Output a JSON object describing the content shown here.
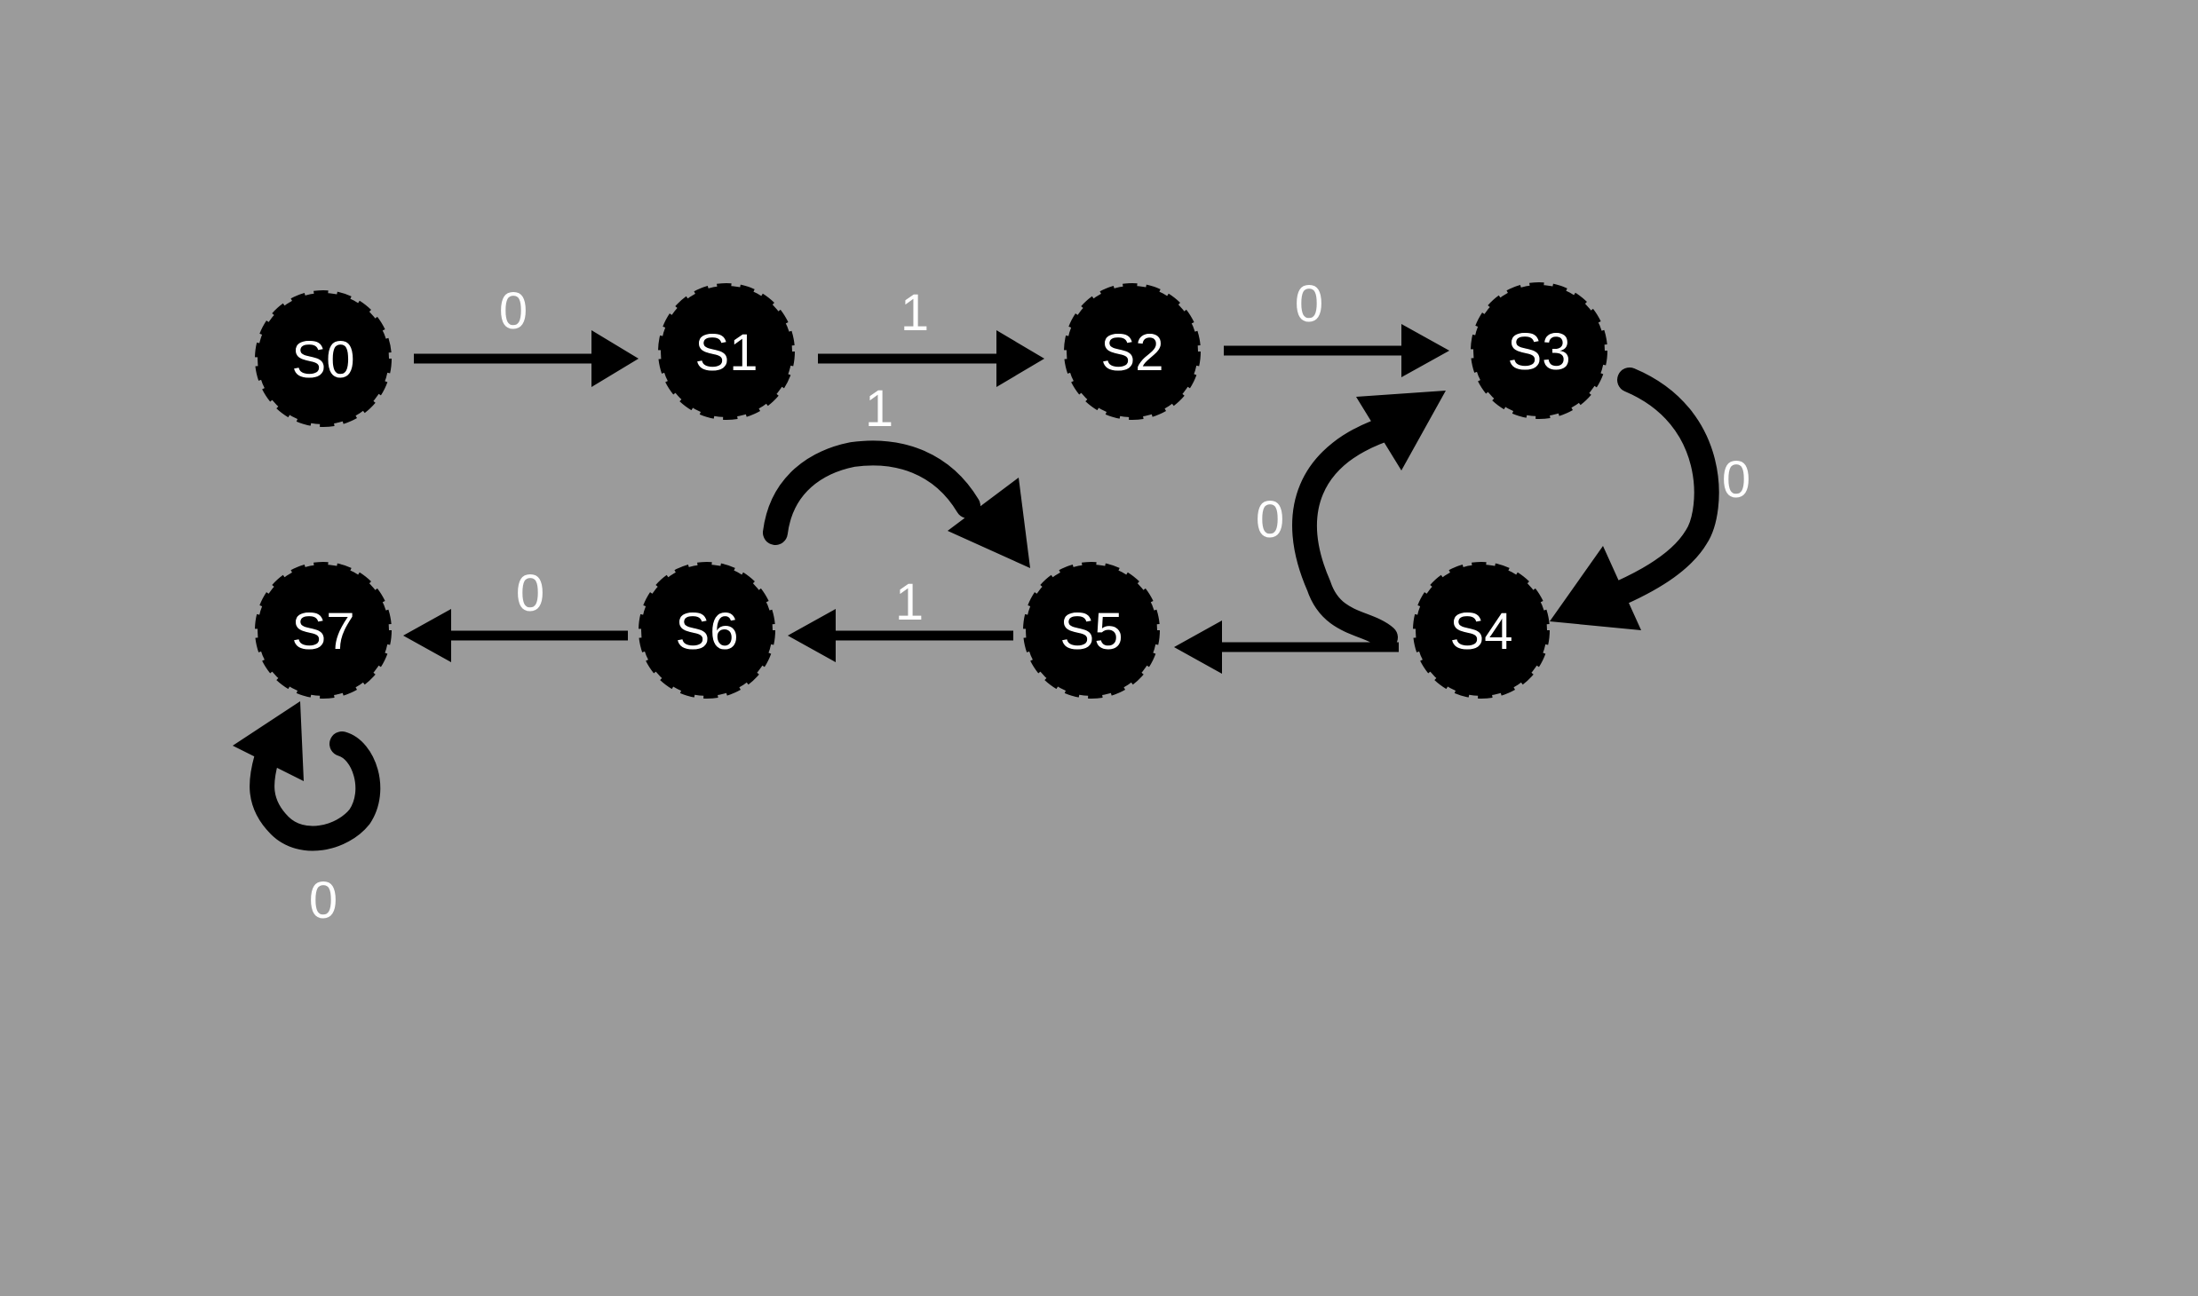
{
  "diagram": {
    "type": "state-machine",
    "background": "#9b9b9b",
    "node_color": "#000000",
    "text_color": "#ffffff",
    "nodes": [
      {
        "id": "S0",
        "label": "S0"
      },
      {
        "id": "S1",
        "label": "S1"
      },
      {
        "id": "S2",
        "label": "S2"
      },
      {
        "id": "S3",
        "label": "S3"
      },
      {
        "id": "S4",
        "label": "S4"
      },
      {
        "id": "S5",
        "label": "S5"
      },
      {
        "id": "S6",
        "label": "S6"
      },
      {
        "id": "S7",
        "label": "S7"
      }
    ],
    "edges": [
      {
        "from": "S0",
        "to": "S1",
        "label": "0"
      },
      {
        "from": "S1",
        "to": "S2",
        "label": "1"
      },
      {
        "from": "S2",
        "to": "S3",
        "label": "0"
      },
      {
        "from": "S3",
        "to": "S4",
        "label": "0"
      },
      {
        "from": "S4",
        "to": "S3",
        "label": "0"
      },
      {
        "from": "S4",
        "to": "S5",
        "label": ""
      },
      {
        "from": "S5",
        "to": "S6",
        "label": "1"
      },
      {
        "from": "S6",
        "to": "S5",
        "label": "1"
      },
      {
        "from": "S6",
        "to": "S7",
        "label": "0"
      },
      {
        "from": "S7",
        "to": "S7",
        "label": "0"
      }
    ]
  }
}
